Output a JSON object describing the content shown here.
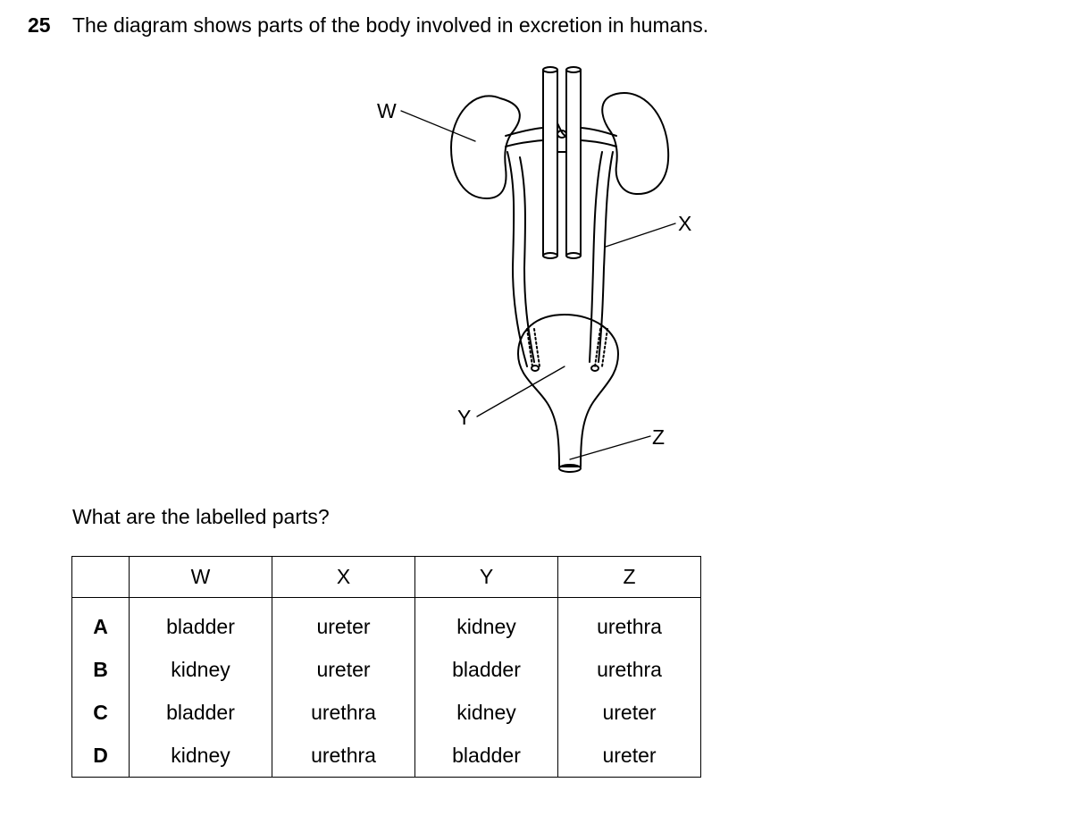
{
  "question": {
    "number": "25",
    "text": "The diagram shows parts of the body involved in excretion in humans.",
    "sub_question": "What are the labelled parts?"
  },
  "diagram": {
    "labels": {
      "w": "W",
      "x": "X",
      "y": "Y",
      "z": "Z"
    }
  },
  "table": {
    "headers": [
      "",
      "W",
      "X",
      "Y",
      "Z"
    ],
    "rows": [
      {
        "option": "A",
        "cells": [
          "bladder",
          "ureter",
          "kidney",
          "urethra"
        ]
      },
      {
        "option": "B",
        "cells": [
          "kidney",
          "ureter",
          "bladder",
          "urethra"
        ]
      },
      {
        "option": "C",
        "cells": [
          "bladder",
          "urethra",
          "kidney",
          "ureter"
        ]
      },
      {
        "option": "D",
        "cells": [
          "kidney",
          "urethra",
          "bladder",
          "ureter"
        ]
      }
    ]
  }
}
